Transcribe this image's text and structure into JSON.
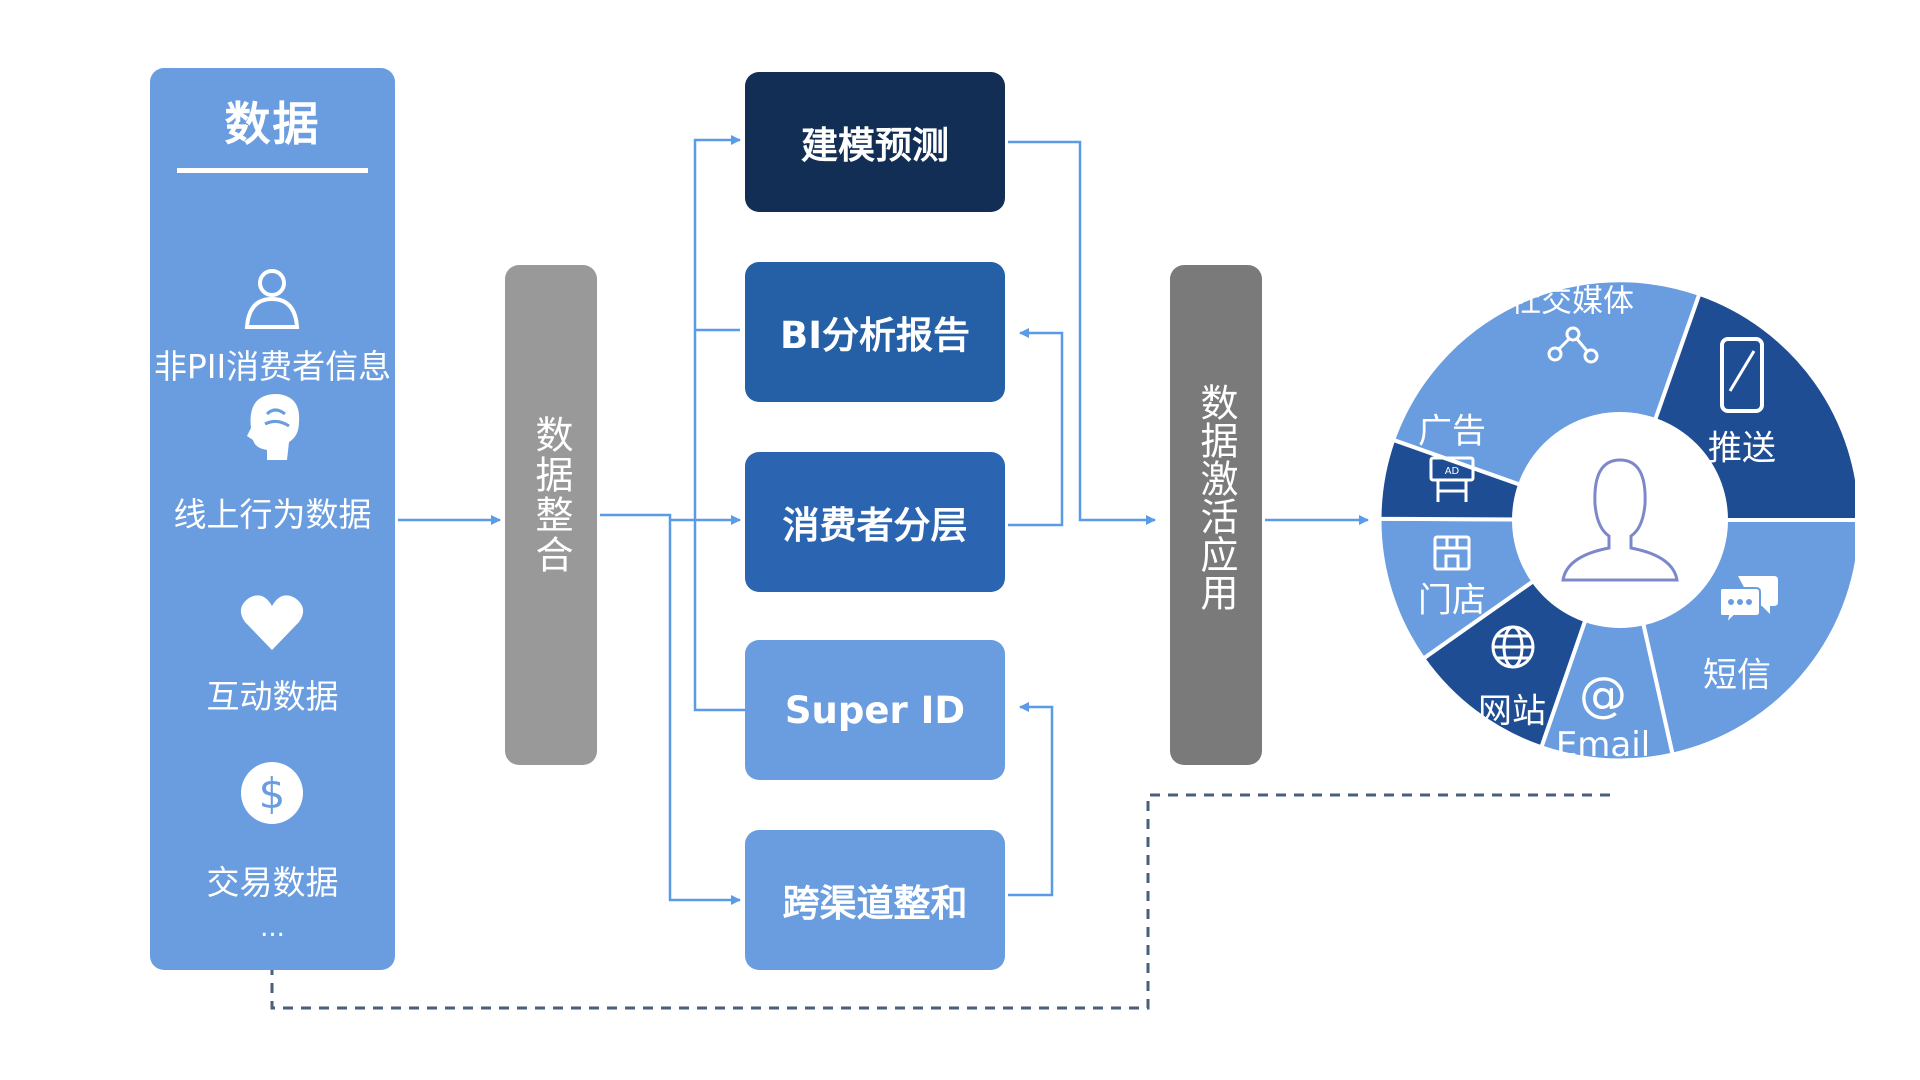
{
  "data_panel": {
    "title": "数据",
    "sources": [
      {
        "label": "非PII消费者信息",
        "icon": "person-outline-icon"
      },
      {
        "label": "线上行为数据",
        "icon": "head-brain-icon"
      },
      {
        "label": "互动数据",
        "icon": "heart-icon"
      },
      {
        "label": "交易数据",
        "icon": "dollar-coin-icon"
      }
    ],
    "ellipsis": "..."
  },
  "integration_bar": {
    "label": "数据整合"
  },
  "modules": [
    {
      "label": "建模预测",
      "color": "#122e55"
    },
    {
      "label": "BI分析报告",
      "color": "#2560a7"
    },
    {
      "label": "消费者分层",
      "color": "#2b65b2"
    },
    {
      "label": "Super ID",
      "color": "#6a9de0"
    },
    {
      "label": "跨渠道整和",
      "color": "#6a9de0"
    }
  ],
  "activation_bar": {
    "label": "数据激活应用"
  },
  "channel_ring": {
    "center_icon": "person-silhouette-icon",
    "channels": [
      {
        "label": "社交媒体",
        "icon": "social-network-icon"
      },
      {
        "label": "推送",
        "icon": "smartphone-icon"
      },
      {
        "label": "短信",
        "icon": "chat-bubbles-icon"
      },
      {
        "label": "Email",
        "icon": "at-sign-icon"
      },
      {
        "label": "网站",
        "icon": "globe-icon"
      },
      {
        "label": "门店",
        "icon": "storefront-icon"
      },
      {
        "label": "广告",
        "icon": "billboard-icon"
      }
    ]
  },
  "colors": {
    "panel_blue": "#6a9de0",
    "dark_navy": "#122e55",
    "deep_blue": "#1f4d93",
    "bar_gray": "#999999",
    "connector": "#5a9be8",
    "feedback_line": "#4a5f7c",
    "avatar_outline": "#7c88c9"
  }
}
